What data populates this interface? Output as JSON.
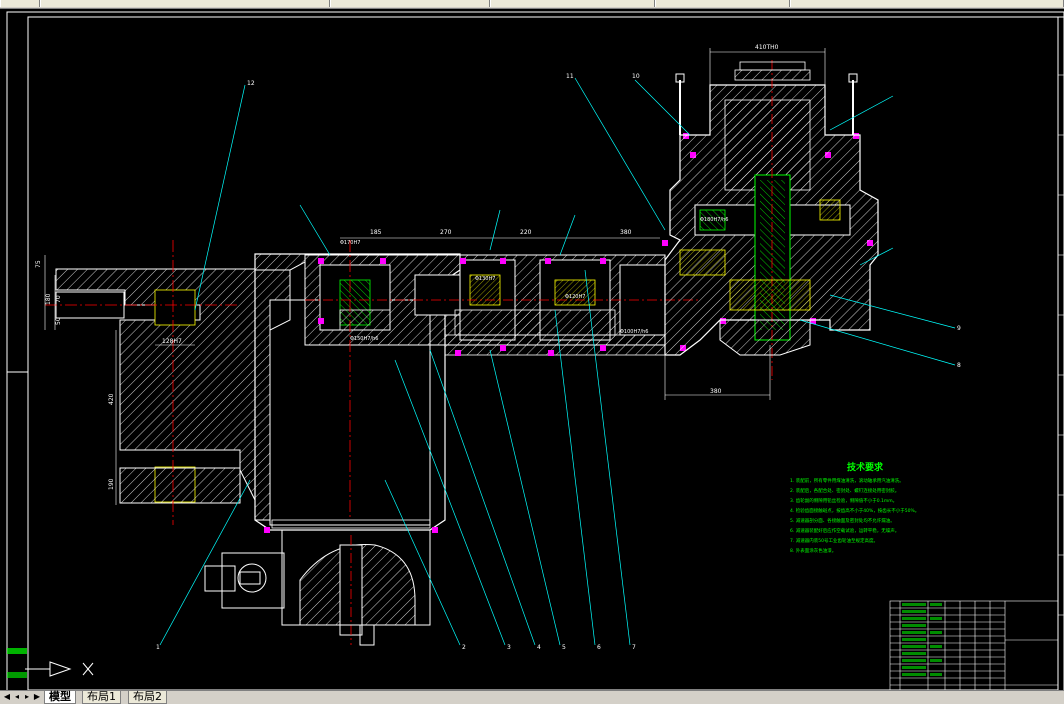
{
  "toolbar": {
    "segments": [
      "",
      "",
      "",
      "",
      "",
      ""
    ]
  },
  "drawing": {
    "tech_title": "技术要求",
    "dims": {
      "d410": "410TH0",
      "d185": "185",
      "d270": "270",
      "d220": "220",
      "d380": "380",
      "d380b": "380",
      "d128": "128H7",
      "d75": "75",
      "d180": "180",
      "d70": "70",
      "d50": "50",
      "d420": "420",
      "d190": "190"
    },
    "part_numbers": {
      "p1": "1",
      "p2": "2",
      "p3": "3",
      "p4": "4",
      "p5": "5",
      "p6": "6",
      "p7": "7",
      "p8": "8",
      "p9": "9",
      "p10": "10",
      "p11": "11",
      "p12": "12"
    },
    "shaft_labels": {
      "s1": "Φ170H7",
      "s2": "Φ150H7/h6",
      "s3": "Φ130H7",
      "s4": "Φ100H7/h6",
      "s5": "Φ120H7",
      "s6": "Φ180H7/h6"
    },
    "tech_notes": [
      "1. 装配前，所有零件用煤油清洗，滚动轴承用汽油清洗。",
      "2. 装配后，各配合处、密封处、螺钉连接处用密封胶。",
      "3. 齿轮副的侧隙用铅丝检验，侧隙值不小于0.1mm。",
      "4. 检验齿面接触斑点，按齿高不小于40%，按齿长不小于50%。",
      "5. 减速器剖分面、各接触面及密封处均不允许漏油。",
      "6. 减速器装配好后应作空载试验，运转平稳，无噪声。",
      "7. 减速器内装50号工业齿轮油至规定高度。",
      "8. 外表面涂灰色油漆。"
    ]
  },
  "tabs": {
    "model": "模型",
    "layout1": "布局1",
    "layout2": "布局2"
  },
  "colors": {
    "drawing_white": "#ffffff",
    "section_green": "#00ff00",
    "leader_cyan": "#00ffff",
    "hidden_yellow": "#ffff00",
    "bearing_magenta": "#ff00ff",
    "centerline_red": "#ff0000",
    "background": "#000000"
  }
}
